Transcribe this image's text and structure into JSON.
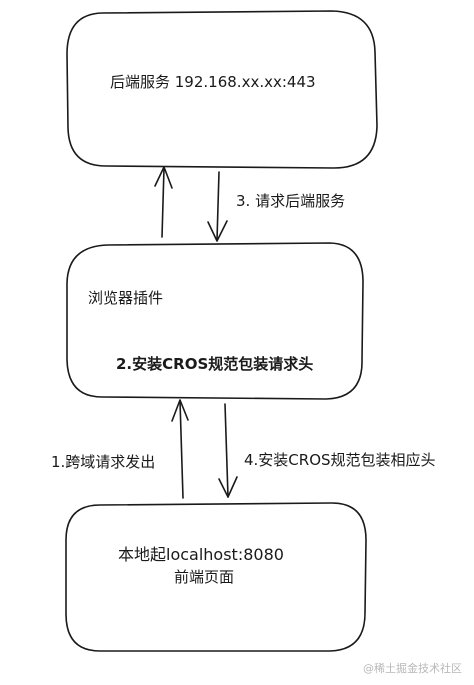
{
  "diagram": {
    "nodes": {
      "backend": {
        "label": "后端服务 192.168.xx.xx:443"
      },
      "plugin": {
        "label": "浏览器插件",
        "sublabel": "2.安装CROS规范包装请求头"
      },
      "frontend": {
        "line1": "本地起localhost:8080",
        "line2": "前端页面"
      }
    },
    "edges": {
      "step1": "1.跨域请求发出",
      "step3": "3. 请求后端服务",
      "step4": "4.安装CROS规范包装相应头"
    }
  },
  "watermark": "@稀土掘金技术社区",
  "colors": {
    "stroke": "#1a1a1a",
    "background": "#ffffff",
    "watermark": "#b8b8b8"
  }
}
